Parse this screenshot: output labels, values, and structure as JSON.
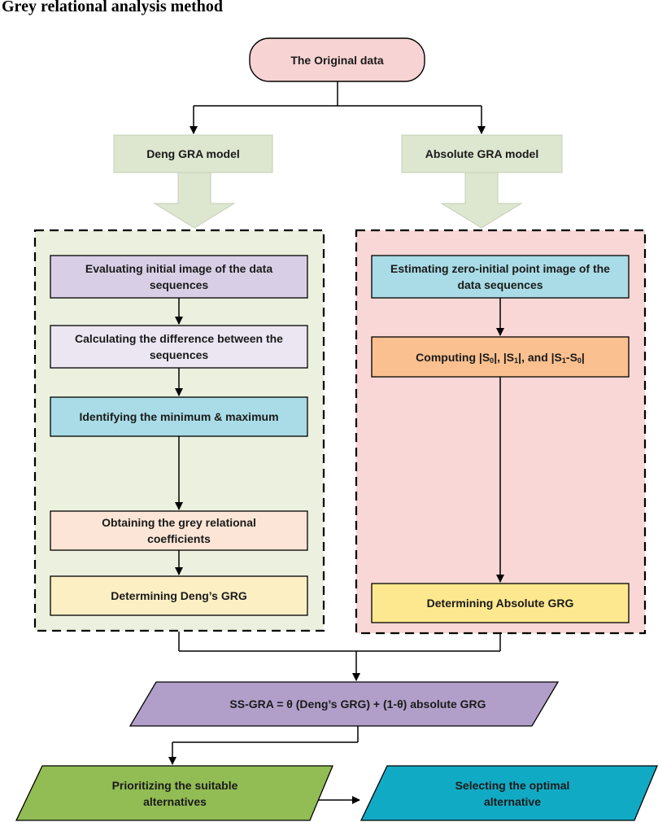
{
  "title": "Grey relational analysis method",
  "nodes": {
    "original": "The Original data",
    "deng_model": "Deng GRA model",
    "abs_model": "Absolute GRA model",
    "deng_step1": "Evaluating initial image of the data sequences",
    "deng_step2": "Calculating the difference between the sequences",
    "deng_step3": "Identifying the minimum & maximum",
    "deng_step4": "Obtaining the grey relational coefficients",
    "deng_step5": "Determining Deng’s GRG",
    "abs_step1": "Estimating zero-initial point image of the data sequences",
    "abs_step2": {
      "prefix": "Computing |S",
      "s0": "0",
      "mid1": "|, |S",
      "s1": "1",
      "mid2": "|, and |S",
      "s1b": "1",
      "dash": "-S",
      "s0b": "0",
      "end": "|"
    },
    "abs_step3": "Determining Absolute GRG",
    "combine": "SS-GRA = θ (Deng’s GRG) + (1-θ) absolute GRG",
    "prioritize": "Prioritizing the suitable alternatives",
    "select": "Selecting the optimal alternative"
  },
  "colors": {
    "original_fill": "#f8d3d3",
    "model_fill": "#dde6cf",
    "deng_panel": "#ebf1de",
    "abs_panel": "#f8d7d6",
    "deng_step1": "#d8cfe6",
    "deng_step2": "#ece6f3",
    "step_blue": "#a9dce6",
    "deng_step4": "#fce5d6",
    "deng_step5": "#fdefc4",
    "abs_step2": "#fac08f",
    "abs_step3": "#fee88f",
    "combine": "#b29fc9",
    "prioritize": "#92bc54",
    "select": "#11aac4"
  }
}
